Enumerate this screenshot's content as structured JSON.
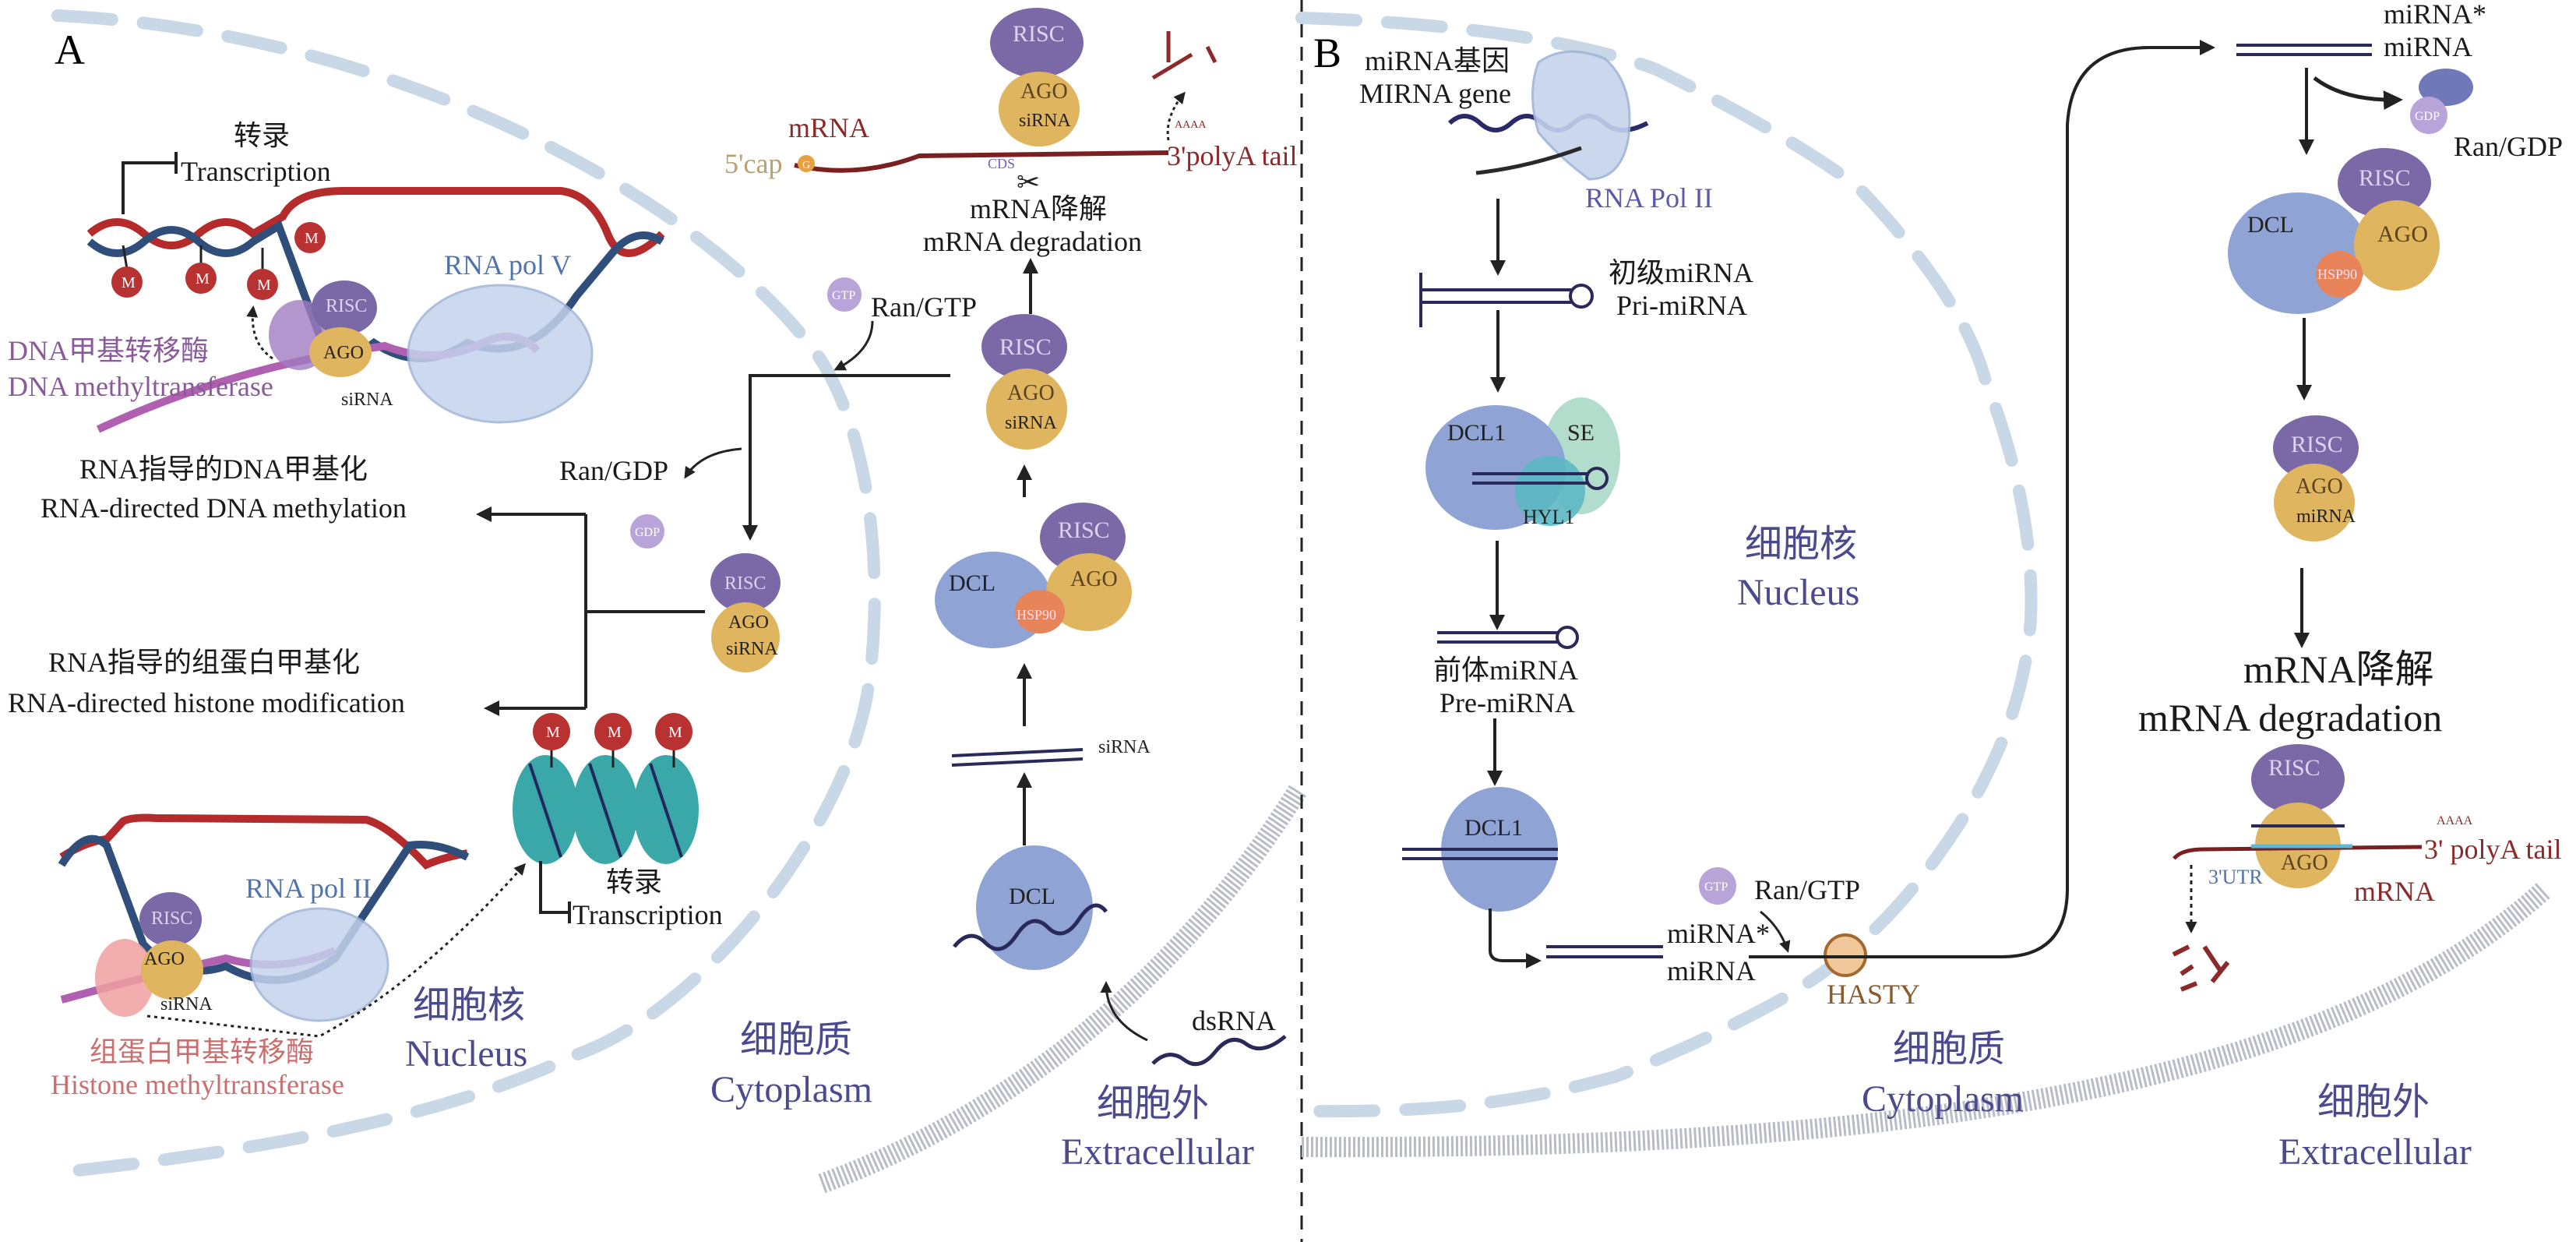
{
  "panel_a": {
    "label": "A",
    "transcription_top": {
      "zh": "转录",
      "en": "Transcription"
    },
    "mrna_target": {
      "mrna": "mRNA",
      "cap": "5'cap",
      "cap_glyph": "G",
      "cds": "CDS",
      "polya": "3'polyA tail",
      "polya_seq": "AAAA"
    },
    "risc_cleavage": {
      "risc": "RISC",
      "ago": "AGO",
      "sirna": "siRNA"
    },
    "mrna_degradation": {
      "zh": "mRNA降解",
      "en": "mRNA degradation"
    },
    "rna_pol_v": "RNA pol V",
    "methyl_mark": "M",
    "dnmt": {
      "zh": "DNA甲基转移酶",
      "en": "DNA methyltransferase"
    },
    "rddm_complex": {
      "risc": "RISC",
      "ago": "AGO",
      "sirna": "siRNA"
    },
    "ran_gtp": {
      "badge": "GTP",
      "label": "Ran/GTP"
    },
    "ran_gdp": {
      "badge": "GDP",
      "label": "Ran/GDP"
    },
    "rddm": {
      "zh": "RNA指导的DNA甲基化",
      "en": "RNA-directed DNA methylation"
    },
    "histone_mod": {
      "zh": "RNA指导的组蛋白甲基化",
      "en": "RNA-directed histone modification"
    },
    "risc_cytoplasm": {
      "risc": "RISC",
      "ago": "AGO",
      "sirna": "siRNA"
    },
    "risc_nuclear": {
      "risc": "RISC",
      "ago": "AGO",
      "sirna": "siRNA"
    },
    "dcl_loading": {
      "dcl": "DCL",
      "hsp90": "HSP90",
      "risc": "RISC",
      "ago": "AGO"
    },
    "sirna_duplex": "siRNA",
    "dcl": "DCL",
    "dsrna": "dsRNA",
    "transcription_bottom": {
      "zh": "转录",
      "en": "Transcription"
    },
    "rna_pol_ii": "RNA pol II",
    "histone_complex": {
      "risc": "RISC",
      "ago": "AGO",
      "sirna": "siRNA"
    },
    "hmt": {
      "zh": "组蛋白甲基转移酶",
      "en": "Histone methyltransferase"
    },
    "nucleus": {
      "zh": "细胞核",
      "en": "Nucleus"
    },
    "cytoplasm": {
      "zh": "细胞质",
      "en": "Cytoplasm"
    },
    "extracellular": {
      "zh": "细胞外",
      "en": "Extracellular"
    }
  },
  "panel_b": {
    "label": "B",
    "mirna_gene": {
      "zh": "miRNA基因",
      "en": "MIRNA gene"
    },
    "rna_pol_ii": "RNA Pol II",
    "pri_mirna": {
      "zh": "初级miRNA",
      "en": "Pri-miRNA"
    },
    "processing_complex": {
      "dcl1": "DCL1",
      "se": "SE",
      "hyl1": "HYL1"
    },
    "pre_mirna": {
      "zh": "前体miRNA",
      "en": "Pre-miRNA"
    },
    "dcl1": "DCL1",
    "duplex_nuclear": {
      "star": "miRNA*",
      "mature": "miRNA"
    },
    "ran_gtp": {
      "badge": "GTP",
      "label": "Ran/GTP"
    },
    "hasty": "HASTY",
    "duplex_cytoplasm": {
      "star": "miRNA*",
      "mature": "miRNA"
    },
    "ran_gdp": {
      "badge": "GDP",
      "label": "Ran/GDP"
    },
    "loading_complex": {
      "dcl": "DCL",
      "hsp90": "HSP90",
      "risc": "RISC",
      "ago": "AGO"
    },
    "risc_mirna": {
      "risc": "RISC",
      "ago": "AGO",
      "mirna": "miRNA"
    },
    "mrna_degradation": {
      "zh": "mRNA降解",
      "en": "mRNA degradation"
    },
    "target": {
      "risc": "RISC",
      "ago": "AGO",
      "utr": "3'UTR",
      "mrna": "mRNA",
      "polya": "3' polyA tail",
      "polya_seq": "AAAA"
    },
    "nucleus": {
      "zh": "细胞核",
      "en": "Nucleus"
    },
    "cytoplasm": {
      "zh": "细胞质",
      "en": "Cytoplasm"
    },
    "extracellular": {
      "zh": "细胞外",
      "en": "Extracellular"
    }
  },
  "colors": {
    "region_label": "#4b4a8f",
    "risc": "#7b68a6",
    "ago": "#e0b560",
    "dcl": "#8fa3d4",
    "hsp90": "#e8845a",
    "methyl": "#b83232",
    "mrna": "#8b2a2a",
    "pol": "#c5d3ec",
    "nuclear_envelope": "#c8d8e6",
    "membrane": "#b8bcc8"
  }
}
